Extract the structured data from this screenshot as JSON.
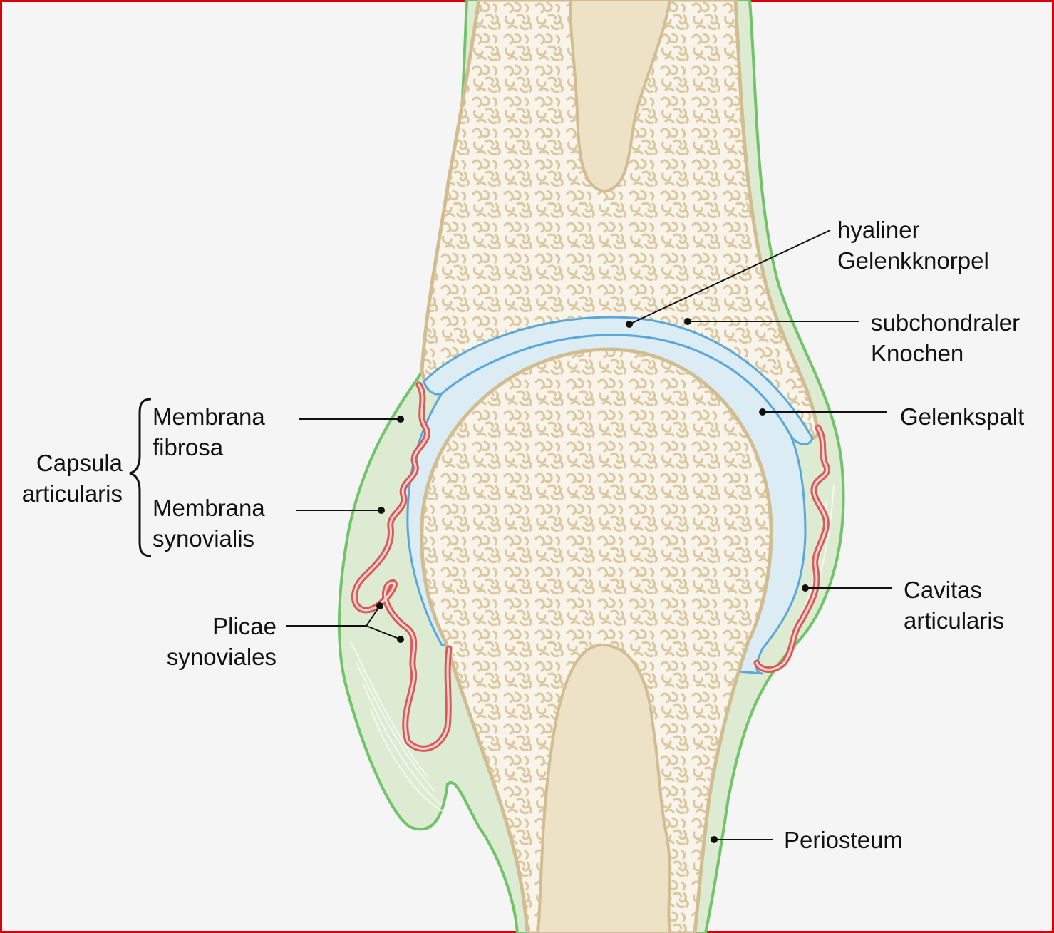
{
  "labels": {
    "hyaliner": [
      "hyaliner",
      "Gelenkknorpel"
    ],
    "subchondral": [
      "subchondraler",
      "Knochen"
    ],
    "gelenkspalt": "Gelenkspalt",
    "cavitas": [
      "Cavitas",
      "articularis"
    ],
    "periosteum": "Periosteum",
    "capsula": [
      "Capsula",
      "articularis"
    ],
    "fibrosa": [
      "Membrana",
      "fibrosa"
    ],
    "synovialis": [
      "Membrana",
      "synovialis"
    ],
    "plicae": [
      "Plicae",
      "synoviales"
    ]
  },
  "colors": {
    "background": "#f5f5f5",
    "frame": "#d9000d",
    "bone": "#ede1c6",
    "bone_edge": "#d2bd92",
    "marrow": "#f7f4ec",
    "cartilage": "#dcecf5",
    "cartilage_line": "#5aa7dc",
    "capsule": "#dcebd2",
    "capsule_line": "#72c46a",
    "synovial": "#d85b5b",
    "synovial_fill": "#f6d6cf",
    "text": "#111111"
  }
}
